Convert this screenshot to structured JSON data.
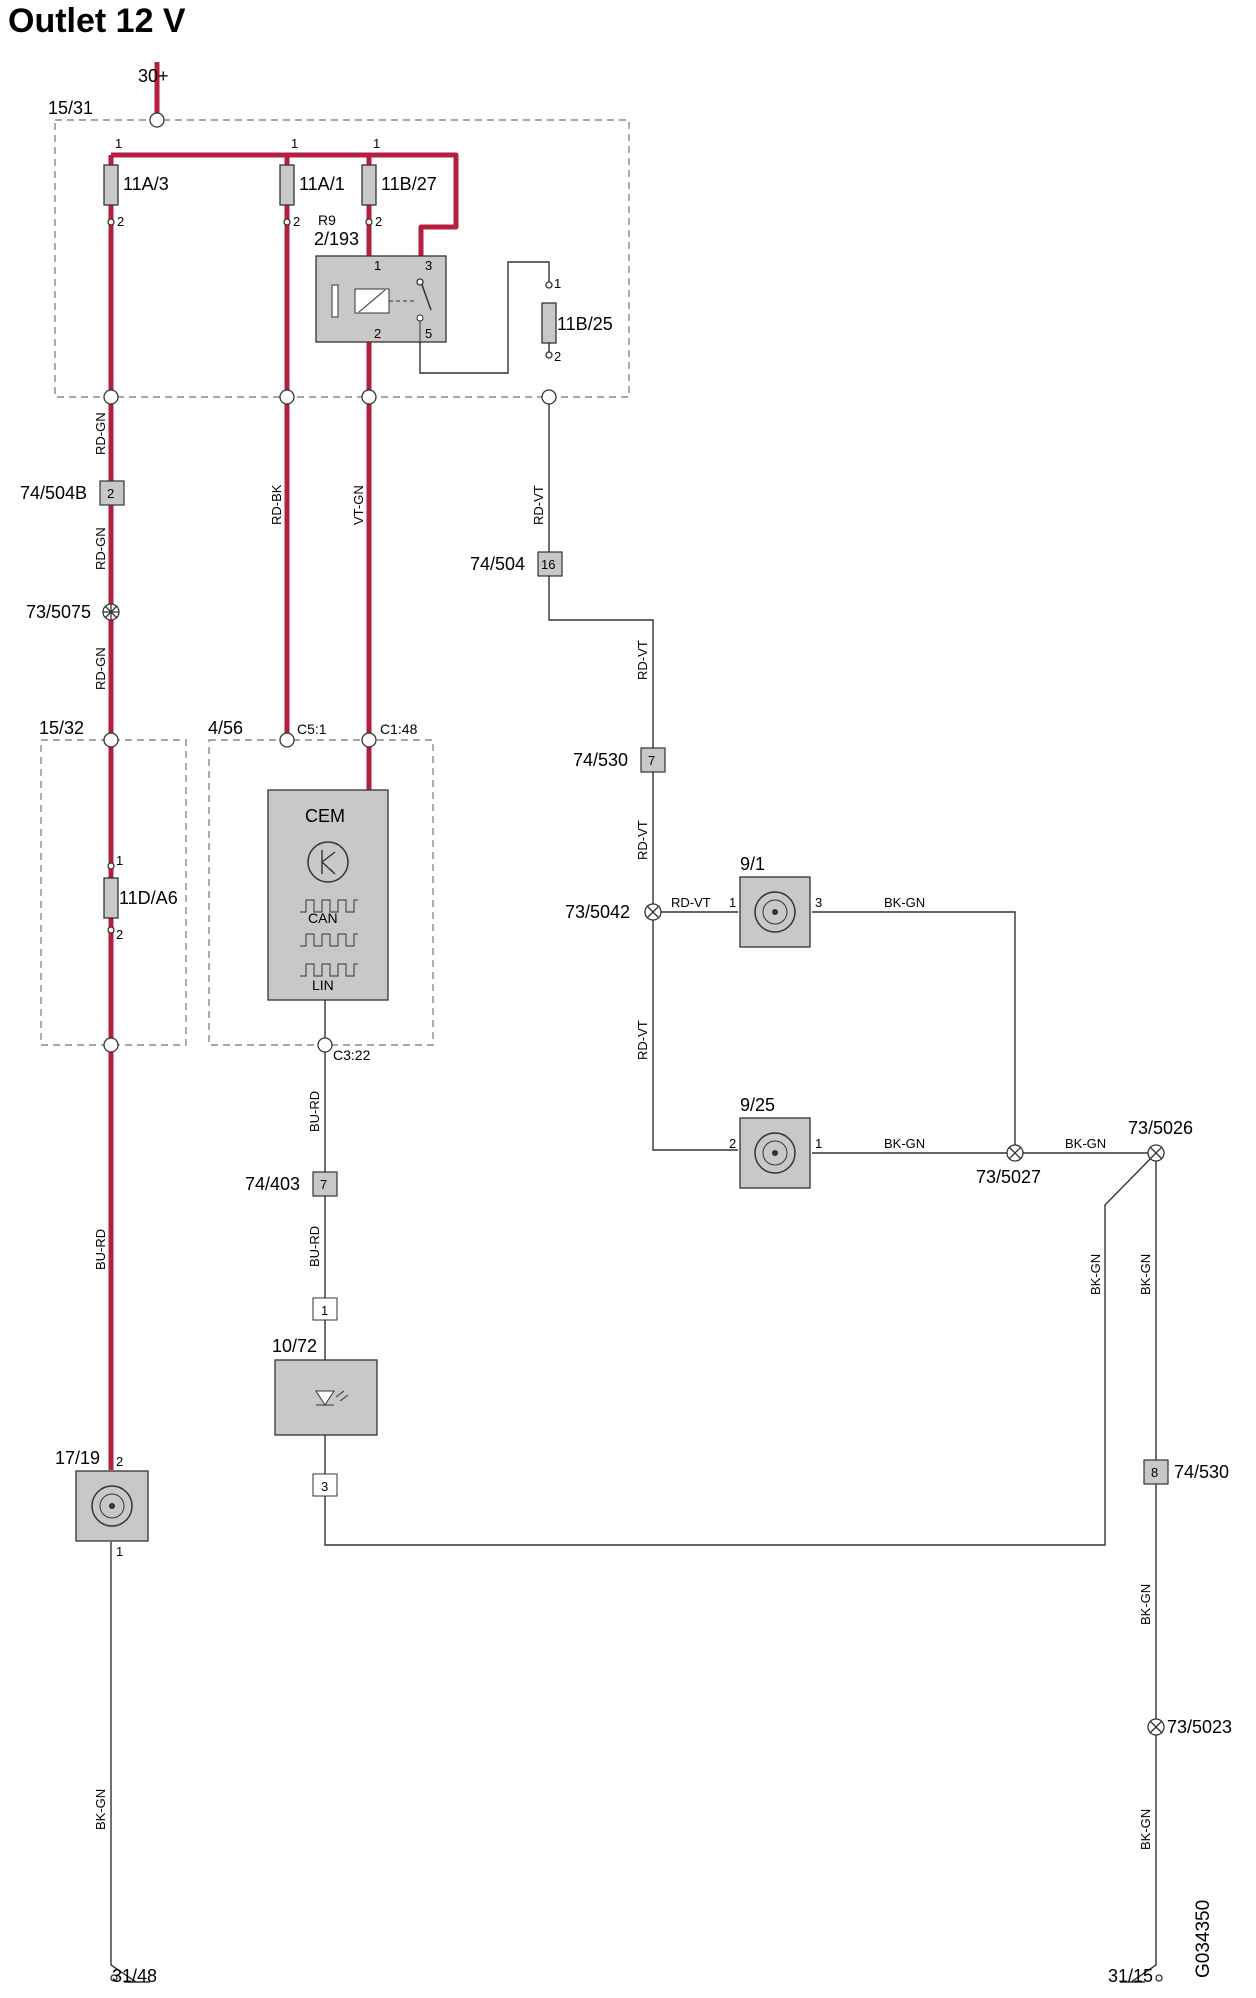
{
  "title": "Outlet 12 V",
  "diagram_id": "G034350",
  "colors": {
    "power_wire": "#b4203c",
    "thin_wire": "#333333",
    "component_fill": "#c8c8c8",
    "box_border": "#888888"
  },
  "labels": {
    "supply": "30+",
    "box_15_31": "15/31",
    "box_15_32": "15/32",
    "box_4_56": "4/56",
    "fuse_11a3": "11A/3",
    "fuse_11a1": "11A/1",
    "fuse_11b27": "11B/27",
    "fuse_11b25": "11B/25",
    "fuse_11da6": "11D/A6",
    "relay_r9": "R9",
    "relay_id": "2/193",
    "cem": "CEM",
    "can": "CAN",
    "lin": "LIN",
    "conn_74_504b": "74/504B",
    "conn_74_504": "74/504",
    "conn_74_530_a": "74/530",
    "conn_74_530_b": "74/530",
    "conn_74_403": "74/403",
    "splice_73_5075": "73/5075",
    "splice_73_5042": "73/5042",
    "splice_73_5027": "73/5027",
    "splice_73_5026": "73/5026",
    "splice_73_5023": "73/5023",
    "outlet_9_1": "9/1",
    "outlet_9_25": "9/25",
    "outlet_17_19": "17/19",
    "lamp_10_72": "10/72",
    "ground_31_48": "31/48",
    "ground_31_15": "31/15",
    "pin_c5_1": "C5:1",
    "pin_c1_48": "C1:48",
    "pin_c3_22": "C3:22"
  },
  "pins": {
    "p1": "1",
    "p2": "2",
    "p3": "3",
    "p5": "5",
    "p7": "7",
    "p8": "8",
    "p16": "16"
  },
  "wires": {
    "rd_gn": "RD-GN",
    "rd_bk": "RD-BK",
    "vt_gn": "VT-GN",
    "rd_vt": "RD-VT",
    "bu_rd": "BU-RD",
    "bk_gn": "BK-GN"
  }
}
